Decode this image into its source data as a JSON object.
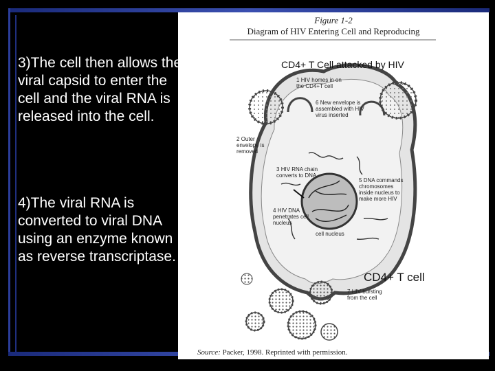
{
  "slide": {
    "step3": "3)The cell then allows the viral capsid to enter the cell and the viral RNA is released into the cell.",
    "step4": "4)The viral RNA is converted to viral DNA using an enzyme known as reverse transcriptase."
  },
  "figure": {
    "number": "Figure 1-2",
    "title": "Diagram of HIV Entering Cell and Reproducing",
    "heading": "CD4+ T Cell attacked by HIV",
    "cell_label": "CD4+ T cell",
    "nucleus_label": "cell nucleus",
    "source_prefix": "Source:",
    "source": " Packer, 1998. Reprinted with permission.",
    "steps": {
      "s1": "HIV homes in on the CD4+T cell",
      "s6": "New envelope is assembled with HIV virus inserted",
      "s2": "Outer envelope is removed",
      "s3": "HIV RNA chain converts to DNA",
      "s5": "DNA commands chromosomes inside nucleus to make more HIV",
      "s4": "HIV DNA penetrates cell nucleus",
      "s7": "HIV bursting from the cell"
    },
    "step_numbers": [
      "1",
      "6",
      "2",
      "3",
      "5",
      "4",
      "7"
    ]
  }
}
